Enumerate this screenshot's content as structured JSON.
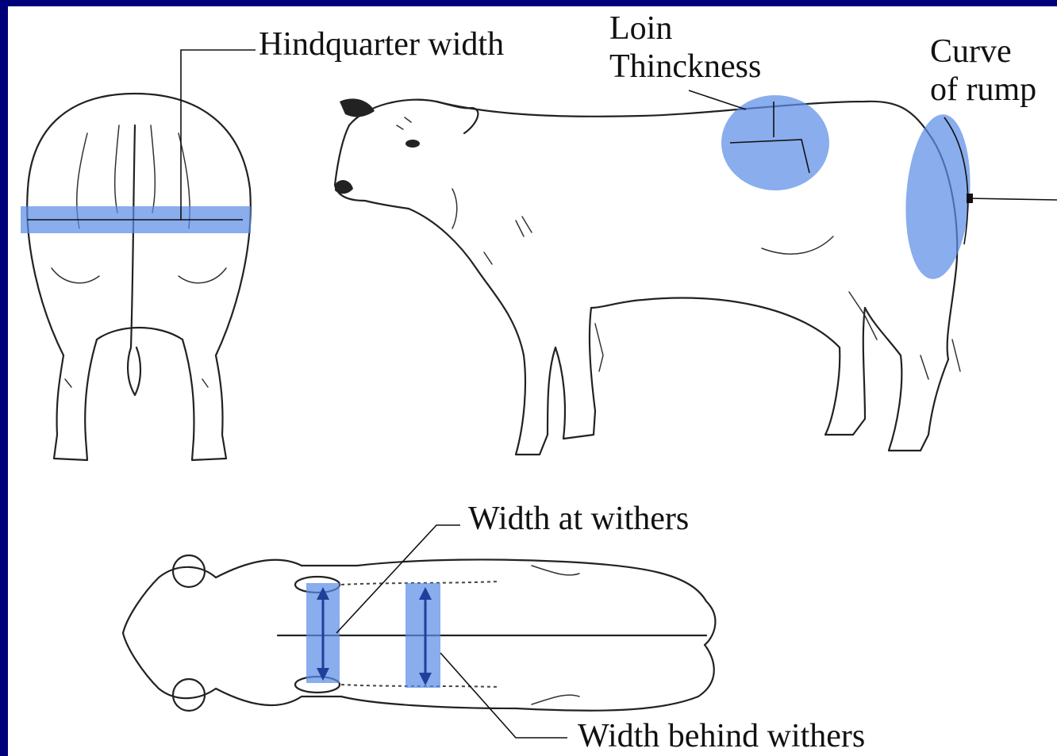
{
  "labels": {
    "hindquarter_width": "Hindquarter width",
    "loin_thickness_line1": "Loin",
    "loin_thickness_line2": "Thinckness",
    "curve_of_rump_line1": "Curve",
    "curve_of_rump_line2": "of rump",
    "width_at_withers": "Width at withers",
    "width_behind_withers": "Width behind withers"
  },
  "colors": {
    "frame": "#00007a",
    "background": "#ffffff",
    "highlight": "#5b8ee6",
    "linework": "#222222"
  }
}
